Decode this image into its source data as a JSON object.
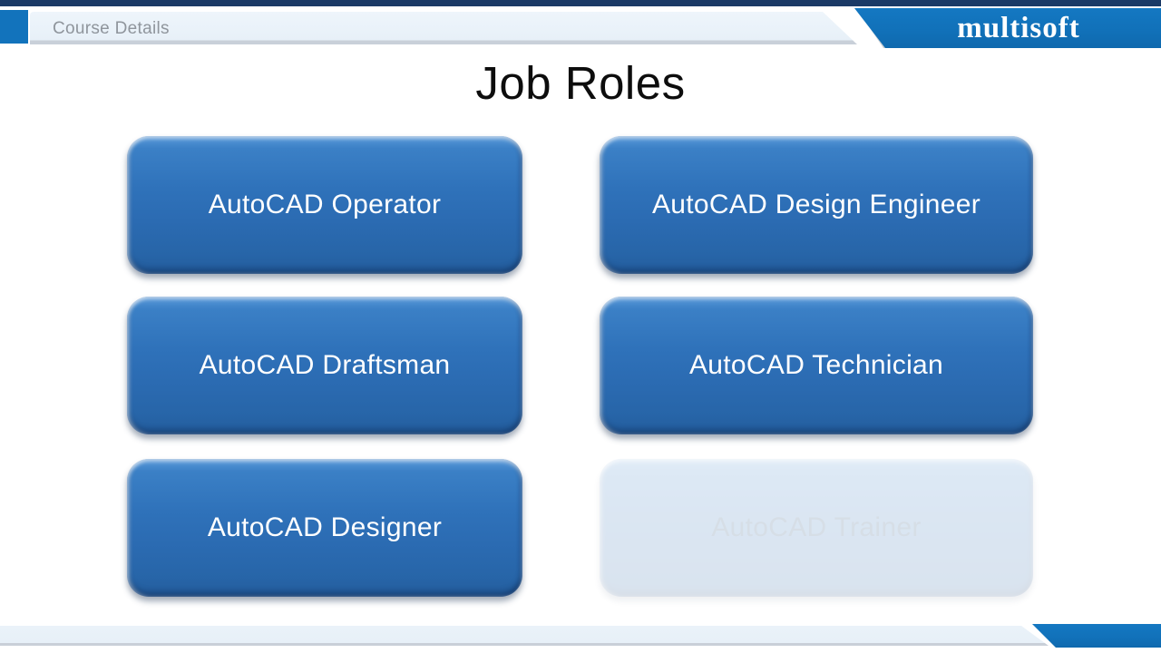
{
  "header": {
    "breadcrumb": "Course Details",
    "brand": "multisoft"
  },
  "title": "Job Roles",
  "roles": [
    {
      "label": "AutoCAD Operator",
      "state": ""
    },
    {
      "label": "AutoCAD Design Engineer",
      "state": ""
    },
    {
      "label": "AutoCAD Draftsman",
      "state": ""
    },
    {
      "label": "AutoCAD Technician",
      "state": ""
    },
    {
      "label": "AutoCAD Designer",
      "state": ""
    },
    {
      "label": "AutoCAD Trainer",
      "state": "faded"
    }
  ],
  "colors": {
    "top_strip_navy": "#1b3a66",
    "banner_blue": "#1171b9",
    "light_bar": "#e8f1f8",
    "bar_border_gray": "#c9d0d9",
    "breadcrumb_text": "#8f959c",
    "button_blue_top": "#4e90d4",
    "button_blue_bottom": "#235c9c",
    "button_text": "#ffffff",
    "title_text": "#0d0d0d"
  }
}
